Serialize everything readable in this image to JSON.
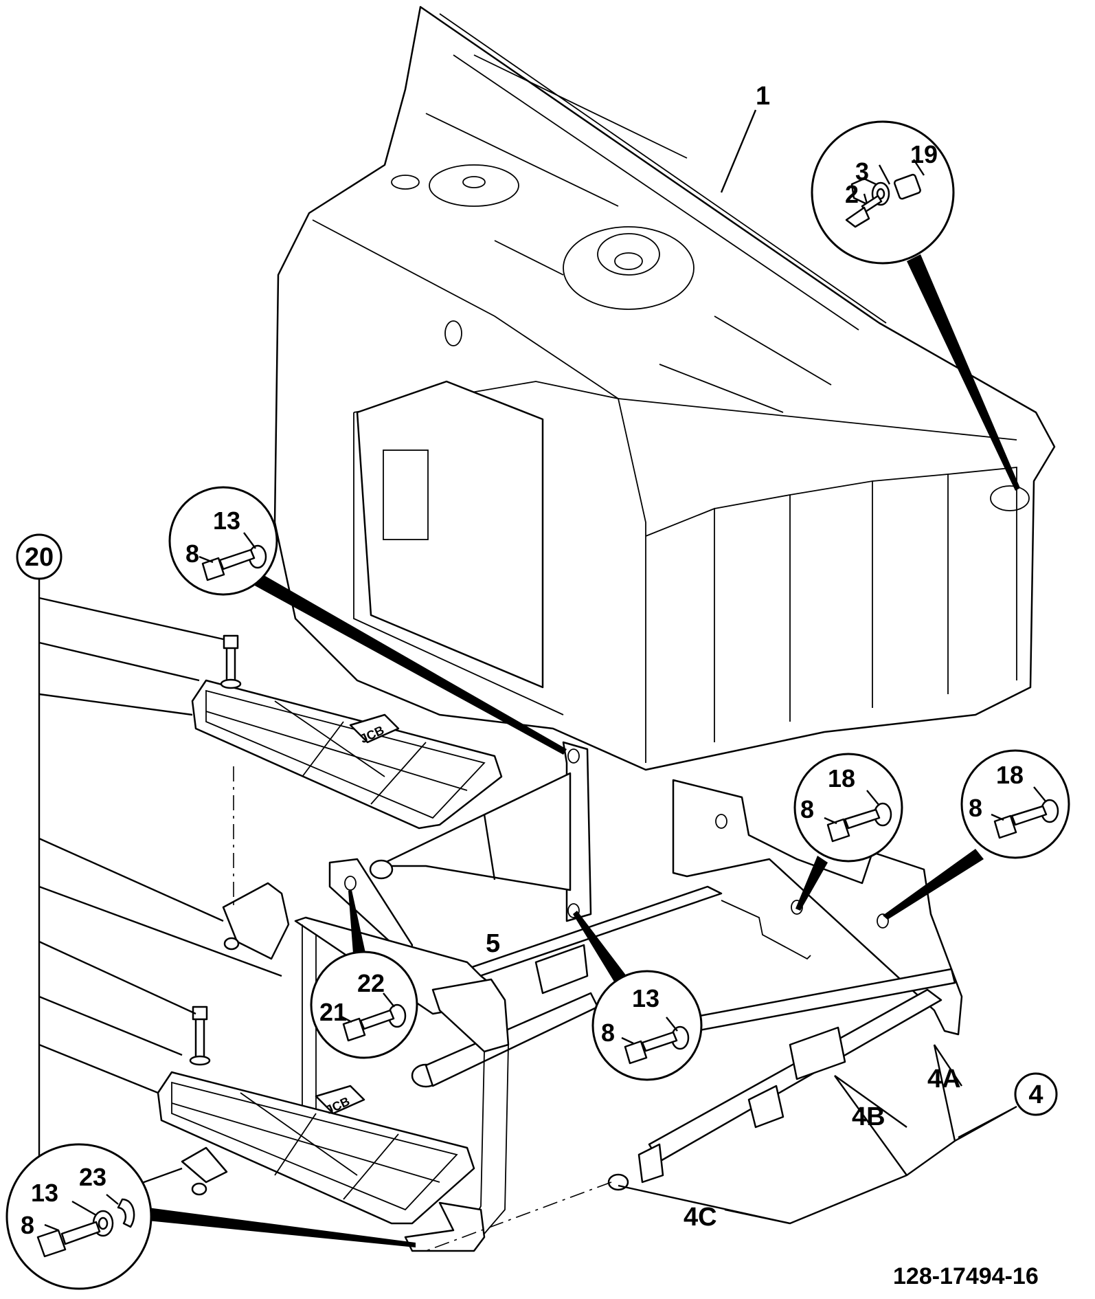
{
  "drawing": {
    "reference_number": "128-17494-16",
    "brand_mark": "JCB",
    "callouts": {
      "c1": "1",
      "c4": "4",
      "c4a": "4A",
      "c4b": "4B",
      "c4c": "4C",
      "c5": "5",
      "c20": "20"
    },
    "details": {
      "top_right": [
        "19",
        "3",
        "2"
      ],
      "upper_left": [
        "13",
        "8"
      ],
      "mid_right_a": [
        "18",
        "8"
      ],
      "mid_right_b": [
        "18",
        "8"
      ],
      "center": [
        "22",
        "21"
      ],
      "lower_center": [
        "13",
        "8"
      ],
      "bottom_left": [
        "13",
        "23",
        "8"
      ]
    }
  }
}
